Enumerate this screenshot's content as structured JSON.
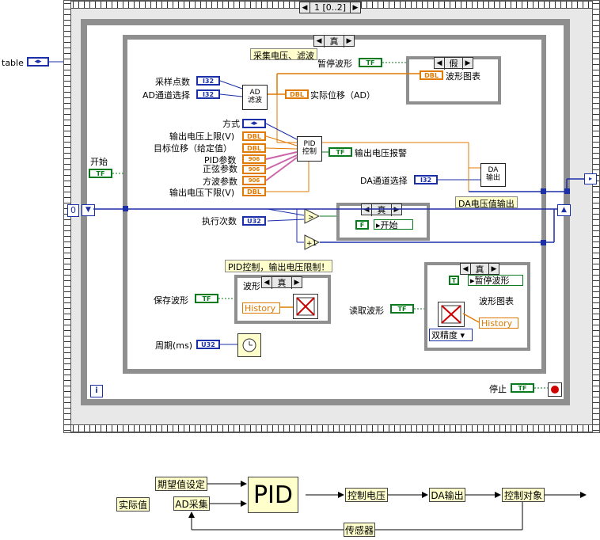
{
  "labels": {
    "table": "table",
    "start": "开始",
    "sample_points": "采样点数",
    "ad_channel": "AD通道选择",
    "mode": "方式",
    "out_upper": "输出电压上限(V)",
    "target_pos": "目标位移（给定值）",
    "pid_params": "PID参数",
    "sine_params": "正弦参数",
    "square_params": "方波参数",
    "out_lower": "输出电压下限(V)",
    "pause_wave": "暂停波形",
    "wave_chart": "波形图表",
    "actual_disp": "实际位移（AD）",
    "out_alarm": "输出电压报警",
    "da_channel": "DA通道选择",
    "da_value_out": "DA电压值输出",
    "exec_count": "执行次数",
    "start_local": "开始",
    "save_wave": "保存波形",
    "read_wave": "读取波形",
    "wave_chart2": "波形图表",
    "period": "周期(ms)",
    "stop": "停止",
    "pause_local": "暂停波形",
    "note_acq": "采集电压、滤波",
    "note_pid": "PID控制，输出电压限制！",
    "case_wave": "波形",
    "history": "History",
    "history2": "History",
    "double": "双精度",
    "iter_i": "i",
    "zero": "0"
  },
  "subvis": {
    "ad": "AD\n滤波",
    "pid": "PID\n控制",
    "da": "DA\n输出"
  },
  "terminals": {
    "tf": "TF",
    "i32": "I32",
    "u32": "U32",
    "dbl": "DBL",
    "f": "F",
    "t": "T"
  },
  "sequence": {
    "header": "1 [0..2]"
  },
  "cases": {
    "main": "真",
    "pause": "假",
    "start": "真",
    "wave_save": "真",
    "wave_read": "真"
  },
  "flow": {
    "setpoint": "期望值设定",
    "ad_acq": "AD采集",
    "pid": "PID",
    "ctrl_voltage": "控制电压",
    "da_out": "DA输出",
    "plant": "控制对象",
    "sensor": "传感器",
    "actual": "实际值"
  },
  "colors": {
    "blue_wire": "#1a2fa8",
    "orange_wire": "#e07a00",
    "green_wire": "#0a7a1e",
    "pink_wire": "#cc66aa",
    "frame_gray": "#9a9a9a"
  }
}
